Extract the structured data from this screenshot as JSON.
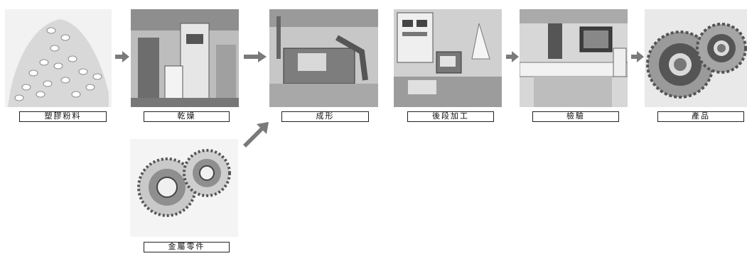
{
  "steps": [
    {
      "label": "塑膠粉料",
      "icon": "plastic-pellets-photo"
    },
    {
      "label": "乾燥",
      "icon": "dryer-machine-photo"
    },
    {
      "label": "成形",
      "icon": "molding-machine-photo"
    },
    {
      "label": "後段加工",
      "icon": "post-processing-station-photo"
    },
    {
      "label": "檢驗",
      "icon": "inspection-station-photo"
    },
    {
      "label": "產品",
      "icon": "finished-gears-photo"
    }
  ],
  "insert": {
    "label": "金屬零件",
    "icon": "metal-parts-photo"
  },
  "colors": {
    "arrow": "#7a7a7a",
    "label_border": "#222222"
  }
}
